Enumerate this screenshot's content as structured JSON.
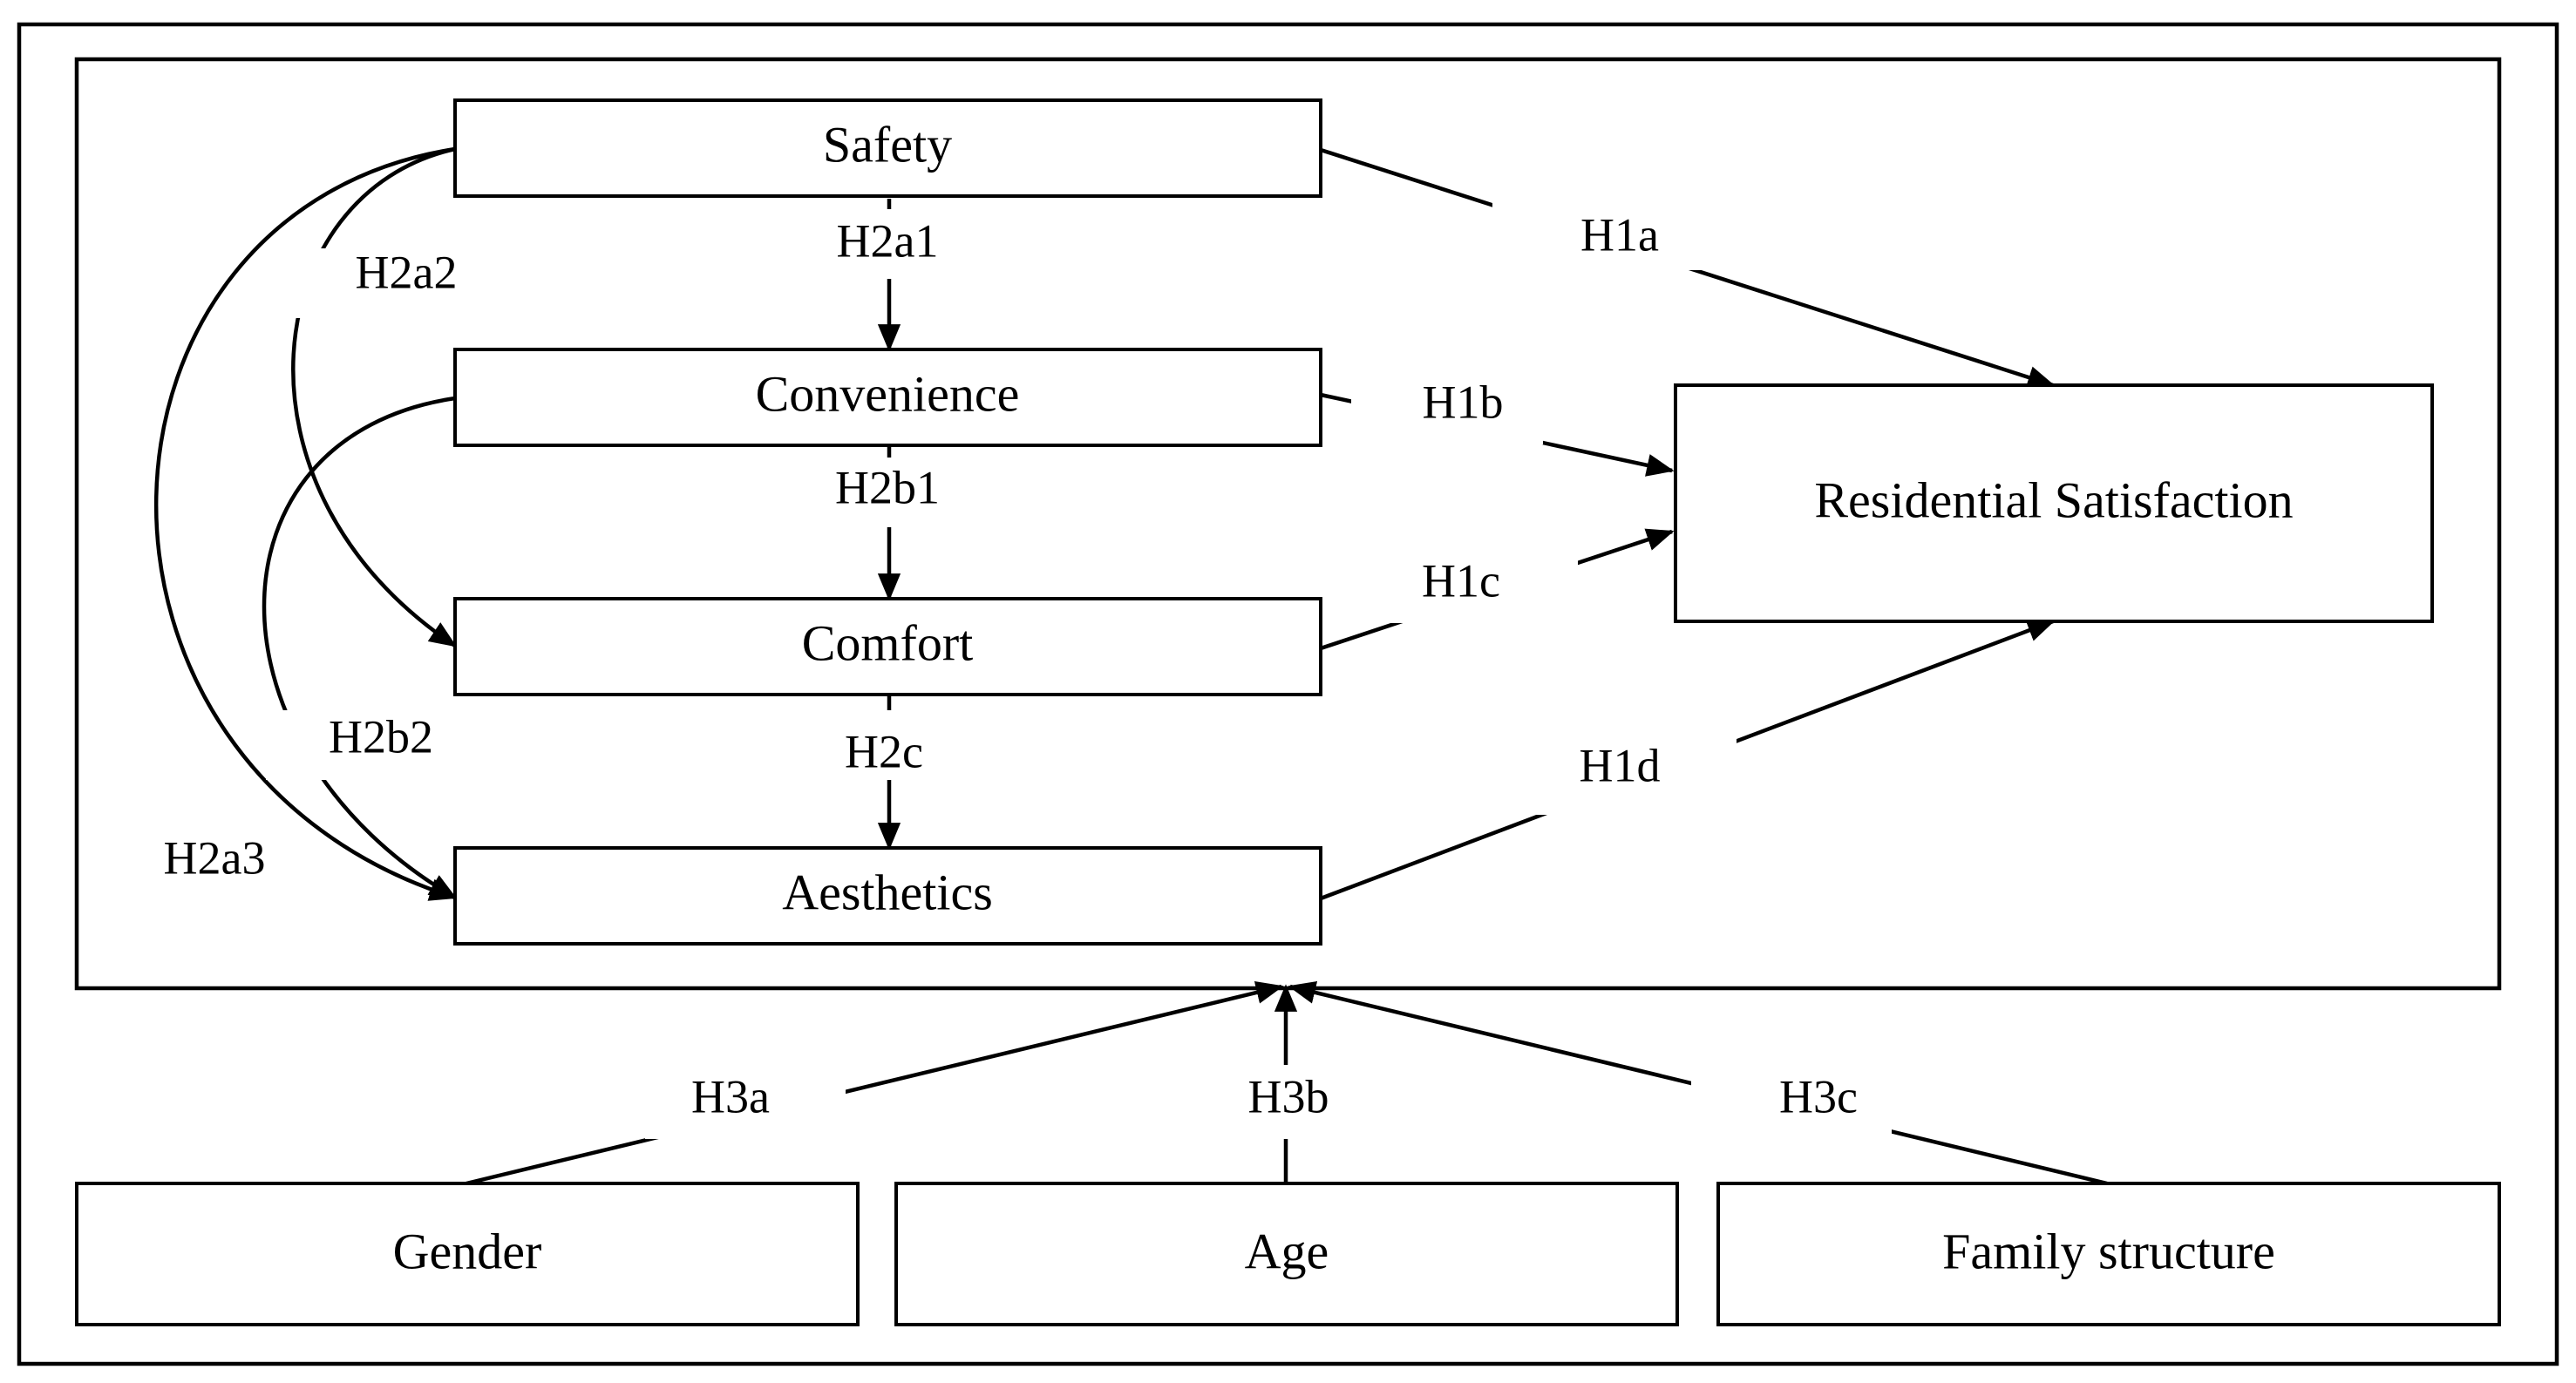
{
  "constructs": {
    "safety": "Safety",
    "convenience": "Convenience",
    "comfort": "Comfort",
    "aesthetics": "Aesthetics",
    "residential_satisfaction": "Residential Satisfaction"
  },
  "moderators": {
    "gender": "Gender",
    "age": "Age",
    "family_structure": "Family structure"
  },
  "hypotheses": {
    "h1a": "H1a",
    "h1b": "H1b",
    "h1c": "H1c",
    "h1d": "H1d",
    "h2a1": "H2a1",
    "h2a2": "H2a2",
    "h2a3": "H2a3",
    "h2b1": "H2b1",
    "h2b2": "H2b2",
    "h2c": "H2c",
    "h3a": "H3a",
    "h3b": "H3b",
    "h3c": "H3c"
  },
  "colors": {
    "stroke": "#000000",
    "background": "#ffffff"
  }
}
